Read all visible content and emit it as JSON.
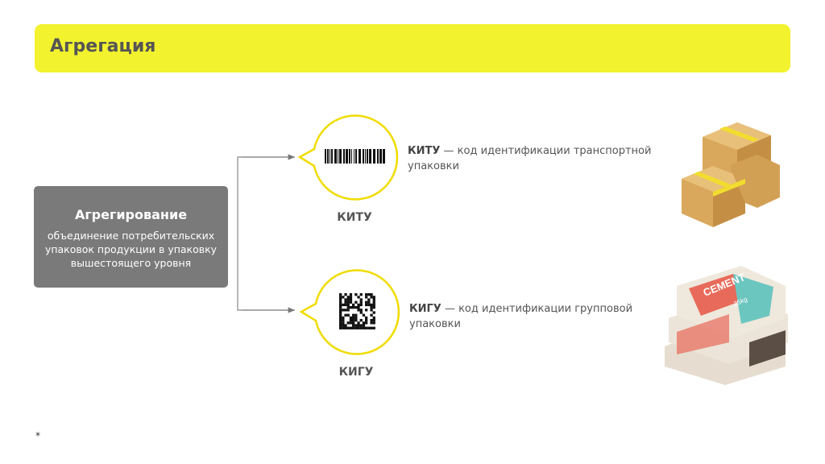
{
  "header": {
    "title": "Агрегация"
  },
  "aggregation": {
    "title": "Агрегирование",
    "description": "объединение потребительских упаковок продукции в упаковку вышестоящего уровня"
  },
  "items": [
    {
      "label": "КИТУ",
      "term": "КИТУ",
      "description": " — код идентификации транспортной упаковки",
      "icon": "barcode-icon"
    },
    {
      "label": "КИГУ",
      "term": "КИГУ",
      "description": " — код идентификации групповой упаковки",
      "icon": "datamatrix-icon"
    }
  ],
  "images": [
    {
      "label": "CEMENT"
    },
    {
      "label": "25kg"
    }
  ],
  "footnote": "*",
  "colors": {
    "accent": "#f2f22e",
    "circle": "#f0dc00",
    "box": "#7a7a7a"
  }
}
